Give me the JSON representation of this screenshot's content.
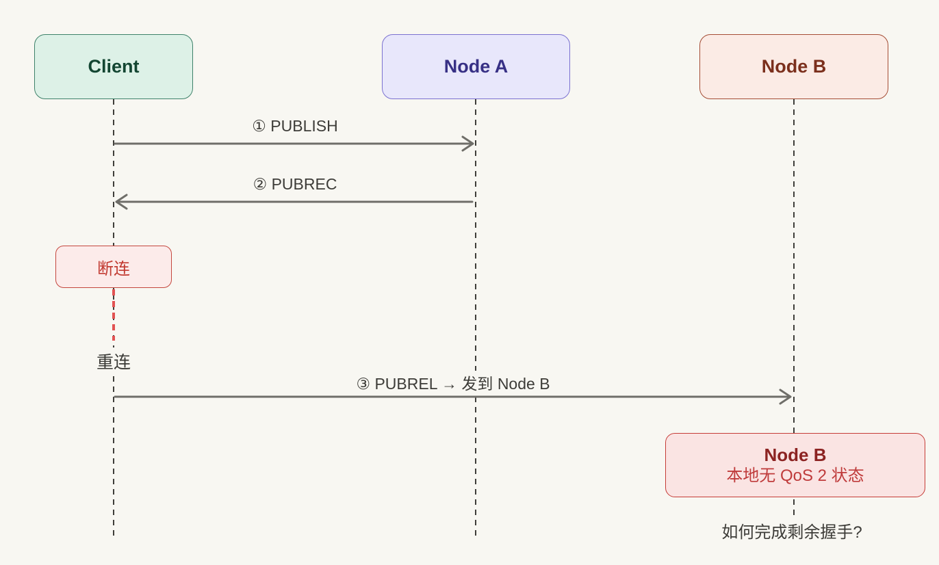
{
  "diagram": {
    "background": "#f8f7f2",
    "lifeline_color": "#3e3d39",
    "arrow_color": "#6f6e69",
    "disconnect_dash_color": "#e25353"
  },
  "actors": [
    {
      "label": "Client",
      "bg": "#ddf1e7",
      "border": "#3d8169",
      "color": "#134632"
    },
    {
      "label": "Node A",
      "bg": "#e8e7fb",
      "border": "#7a70d0",
      "color": "#373085"
    },
    {
      "label": "Node B",
      "bg": "#fbebe5",
      "border": "#a44c34",
      "color": "#7b2f1c"
    }
  ],
  "messages": [
    {
      "label": "① PUBLISH",
      "from": "Client",
      "to": "Node A"
    },
    {
      "label": "② PUBREC",
      "from": "Node A",
      "to": "Client"
    },
    {
      "label": "③ PUBREL → 发到 Node B",
      "from": "Client",
      "to": "Node B"
    }
  ],
  "disconnect_badge": {
    "label": "断连",
    "bg": "#fcebea",
    "border": "#c4453c",
    "color": "#c23b32"
  },
  "reconnect_label": {
    "label": "重连",
    "color": "#3a3a36"
  },
  "node_b_note": {
    "title": "Node B",
    "subtitle": "本地无 QoS 2 状态",
    "bg": "#fae4e3",
    "border": "#c53a35",
    "title_color": "#8c2322",
    "subtitle_color": "#bf3b3b"
  },
  "question_label": {
    "label": "如何完成剩余握手?"
  }
}
